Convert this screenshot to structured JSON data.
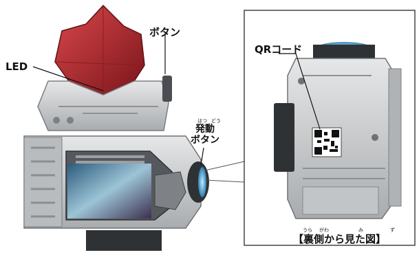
{
  "labels": {
    "led": "LED",
    "button": "ボタン",
    "activate_line1": "発動",
    "activate_line2": "ボタン",
    "activate_ruby_hatsu": "はつ",
    "activate_ruby_dou": "どう",
    "qr_code": "QRコード",
    "back_view": "【裏側から見た図】",
    "back_ruby_ura": "うら",
    "back_ruby_gawa": "がわ",
    "back_ruby_mi": "み",
    "back_ruby_zu": "ず"
  },
  "colors": {
    "crystal_red": "#b3262e",
    "body_grey": "#c8cacc",
    "dark_grey": "#3a3d40",
    "accent_blue": "#4aa8d8"
  }
}
